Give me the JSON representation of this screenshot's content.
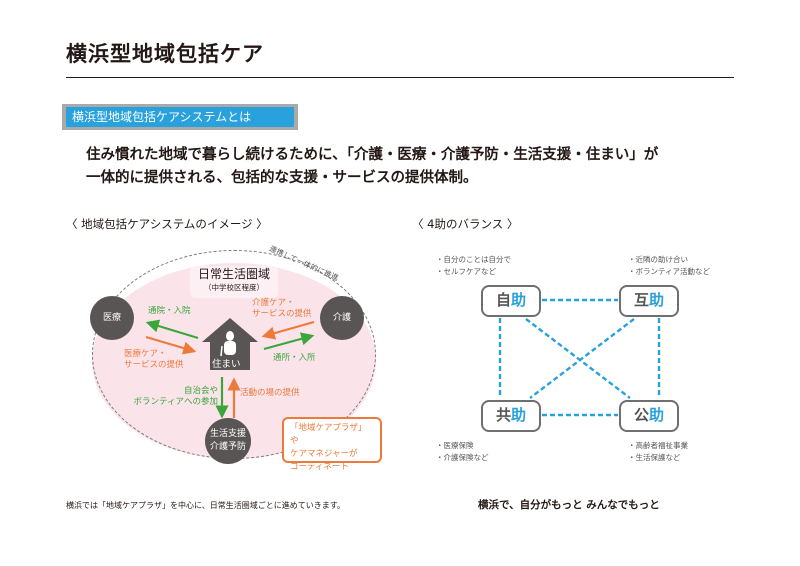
{
  "page": {
    "title": "横浜型地域包括ケア",
    "badge": "横浜型地域包括ケアシステムとは",
    "intro_line1": "住み慣れた地域で暮らし続けるために、「介護・医療・介護予防・生活支援・住まい」が",
    "intro_line2": "一体的に提供される、包括的な支援・サービスの提供体制。"
  },
  "left_diagram": {
    "section_title": "〈 地域包括ケアシステムのイメージ 〉",
    "arc_label": "連携して一体的に推進",
    "area_title": "日常生活圏域",
    "area_sub": "（中学校区程度）",
    "nodes": {
      "medical": "医療",
      "care": "介護",
      "home": "住まい",
      "support_line1": "生活支援",
      "support_line2": "介護予防"
    },
    "arrows": {
      "visit_hospital": "通院・入院",
      "medical_care_line1": "医療ケア・",
      "medical_care_line2": "サービスの提供",
      "care_service_line1": "介護ケア・",
      "care_service_line2": "サービスの提供",
      "commute": "通所・入所",
      "community_line1": "自治会や",
      "community_line2": "ボランティアへの参加",
      "activity": "活動の場の提供"
    },
    "coordinator_line1": "「地域ケアプラザ」や",
    "coordinator_line2": "ケアマネジャーが",
    "coordinator_line3": "コーディネート",
    "caption": "横浜では「地域ケアプラザ」を中心に、日常生活圏域ごとに進めていきます。"
  },
  "right_diagram": {
    "section_title": "〈 4助のバランス 〉",
    "boxes": [
      {
        "prefix": "自",
        "suffix": "助",
        "notes": [
          "・自分のことは自分で",
          "・セルフケアなど"
        ]
      },
      {
        "prefix": "互",
        "suffix": "助",
        "notes": [
          "・近隣の助け合い",
          "・ボランティア活動など"
        ]
      },
      {
        "prefix": "共",
        "suffix": "助",
        "notes": [
          "・医療保険",
          "・介護保険など"
        ]
      },
      {
        "prefix": "公",
        "suffix": "助",
        "notes": [
          "・高齢者福祉事業",
          "・生活保護など"
        ]
      }
    ],
    "caption": "横浜で、自分がもっと みんなでもっと"
  },
  "colors": {
    "accent_blue": "#29a1dc",
    "green": "#3aa63c",
    "orange": "#ec7a3c",
    "pink_area": "#fbe3ea",
    "node_dark": "#5a5555"
  }
}
